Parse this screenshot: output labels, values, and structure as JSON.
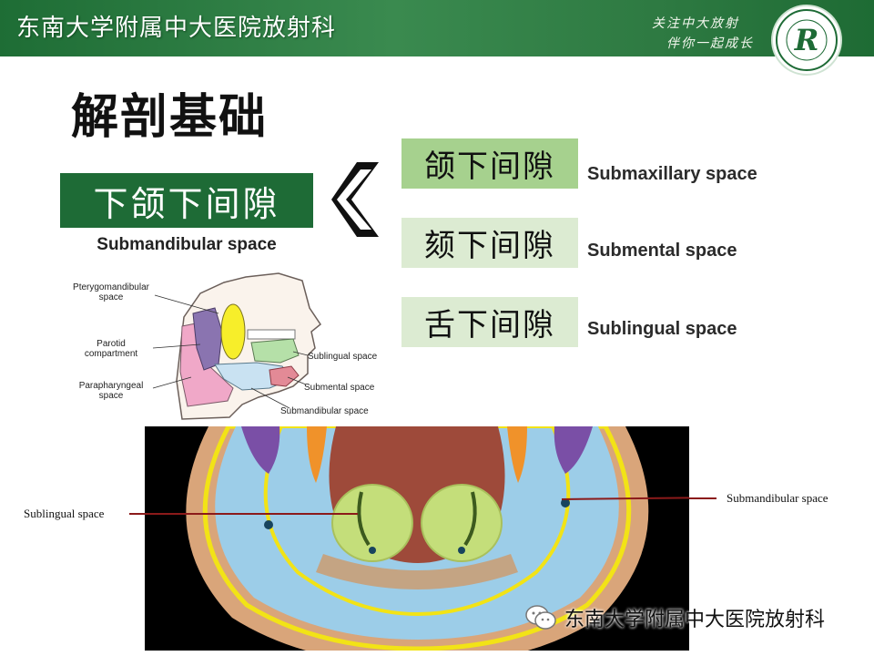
{
  "header": {
    "title": "东南大学附属中大医院放射科",
    "slogan_line1": "关注中大放射",
    "slogan_line2": "伴你一起成长",
    "logo_letter": "R"
  },
  "page_title": "解剖基础",
  "main_concept": {
    "zh": "下颌下间隙",
    "en": "Submandibular space"
  },
  "subspaces": [
    {
      "zh": "颌下间隙",
      "en": "Submaxillary space",
      "color": "#a6d18e"
    },
    {
      "zh": "颏下间隙",
      "en": "Submental space",
      "color": "#dcebd2"
    },
    {
      "zh": "舌下间隙",
      "en": "Sublingual space",
      "color": "#dcebd2"
    }
  ],
  "diagram": {
    "labels": {
      "pterygomandibular": "Pterygomandibular\nspace",
      "parotid": "Parotid\ncompartment",
      "parapharyngeal": "Parapharyngeal\nspace",
      "sublingual": "Sublingual space",
      "submental": "Submental space",
      "submandibular": "Submandibular space"
    }
  },
  "atlas": {
    "label_left": "Sublingual space",
    "label_right": "Submandibular space"
  },
  "watermark": {
    "text": "东南大学附属中大医院放射科"
  }
}
